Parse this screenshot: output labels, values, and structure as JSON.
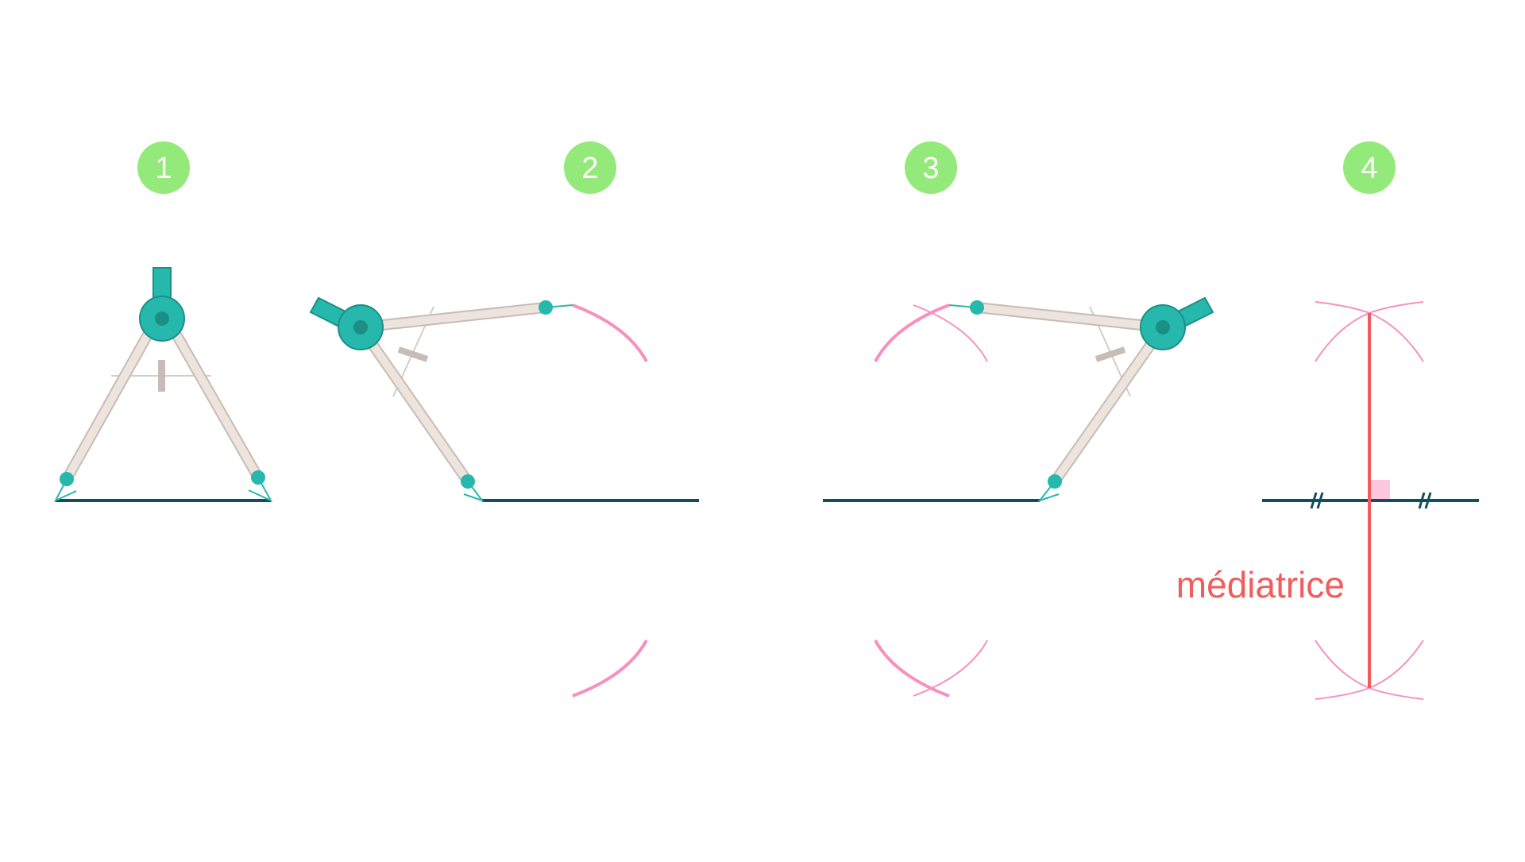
{
  "steps": [
    {
      "number": "1"
    },
    {
      "number": "2"
    },
    {
      "number": "3"
    },
    {
      "number": "4"
    }
  ],
  "labels": {
    "perpendicular_bisector": "médiatrice"
  },
  "colors": {
    "step_badge": "#93ea7a",
    "compass_teal": "#27b8ad",
    "compass_teal_dark": "#1b8f86",
    "compass_leg": "#ede4de",
    "compass_leg_stroke": "#c7bcb6",
    "segment": "#124f5e",
    "arc_pink": "#f78fc0",
    "bisector_red": "#f25c5c",
    "right_angle_fill": "#ffc7df"
  },
  "icons": {
    "compass": "compass-icon"
  }
}
